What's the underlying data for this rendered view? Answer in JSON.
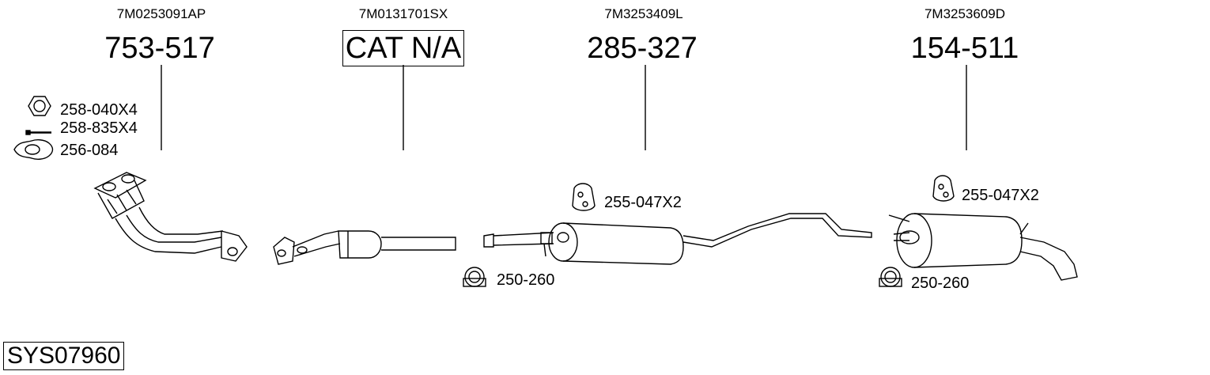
{
  "sections": [
    {
      "oem": "7M0253091AP",
      "part": "753-517",
      "boxed": false
    },
    {
      "oem": "7M0131701SX",
      "part": "CAT N/A",
      "boxed": true
    },
    {
      "oem": "7M3253409L",
      "part": "285-327",
      "boxed": false
    },
    {
      "oem": "7M3253609D",
      "part": "154-511",
      "boxed": false
    }
  ],
  "accessories": {
    "nut": "258-040X4",
    "bolt": "258-835X4",
    "gasket": "256-084",
    "hanger_1": "255-047X2",
    "clamp_1": "250-260",
    "hanger_2": "255-047X2",
    "clamp_2": "250-260"
  },
  "system_code": "SYS07960"
}
